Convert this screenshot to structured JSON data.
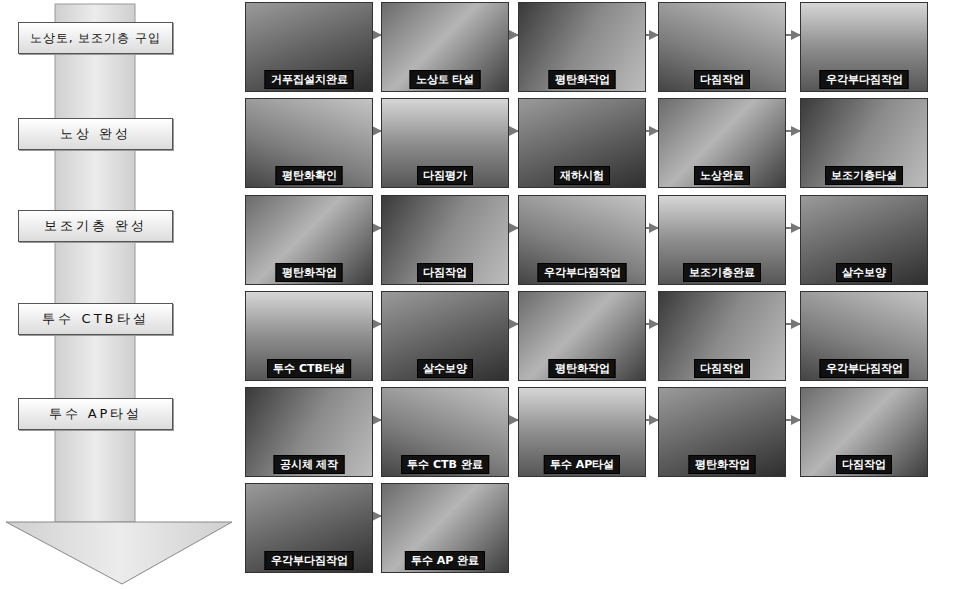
{
  "diagram": {
    "nodes": [
      {
        "text": [
          "노상토, 보조기층 구입"
        ]
      },
      {
        "text": [
          "노상 완성"
        ]
      },
      {
        "text": [
          "보조기층 완성"
        ]
      },
      {
        "text": [
          "투수 CTB타설"
        ]
      },
      {
        "text": [
          "투수 AP타설"
        ]
      },
      {
        "text": [
          "거푸집설치완료"
        ]
      },
      {
        "text": [
          "노상토 타설"
        ]
      },
      {
        "text": [
          "평탄화작업"
        ]
      },
      {
        "text": [
          "다짐작업"
        ]
      },
      {
        "text": [
          "우각부다짐작업"
        ]
      },
      {
        "text": [
          "평탄화확인"
        ]
      },
      {
        "text": [
          "다짐평가"
        ]
      },
      {
        "text": [
          "재하시험"
        ]
      },
      {
        "text": [
          "노상완료"
        ]
      },
      {
        "text": [
          "보조기층타설"
        ]
      },
      {
        "text": [
          "평탄화작업"
        ]
      },
      {
        "text": [
          "다짐작업"
        ]
      },
      {
        "text": [
          "우각부다짐작업"
        ]
      },
      {
        "text": [
          "보조기층완료"
        ]
      },
      {
        "text": [
          "살수보양"
        ]
      },
      {
        "text": [
          "투수 CTB타설"
        ]
      },
      {
        "text": [
          "살수보양"
        ]
      },
      {
        "text": [
          "평탄화작업"
        ]
      },
      {
        "text": [
          "다짐작업"
        ]
      },
      {
        "text": [
          "우각부다짐작업"
        ]
      },
      {
        "text": [
          "공시체 제작"
        ]
      },
      {
        "text": [
          "투수 CTB 완료"
        ]
      },
      {
        "text": [
          "투수 AP타설"
        ]
      },
      {
        "text": [
          "평탄화작업"
        ]
      },
      {
        "text": [
          "다짐작업"
        ]
      },
      {
        "text": [
          "우각부다짐작업"
        ]
      },
      {
        "text": [
          "투수 AP 완료"
        ]
      }
    ],
    "edges": [
      {
        "from": 5,
        "to": 6,
        "arrow": "to"
      },
      {
        "from": 6,
        "to": 7,
        "arrow": "to"
      },
      {
        "from": 7,
        "to": 8,
        "arrow": "to"
      },
      {
        "from": 8,
        "to": 9,
        "arrow": "to"
      },
      {
        "from": 10,
        "to": 11,
        "arrow": "to"
      },
      {
        "from": 11,
        "to": 12,
        "arrow": "to"
      },
      {
        "from": 12,
        "to": 13,
        "arrow": "to"
      },
      {
        "from": 13,
        "to": 14,
        "arrow": "to"
      },
      {
        "from": 15,
        "to": 16,
        "arrow": "to"
      },
      {
        "from": 16,
        "to": 17,
        "arrow": "to"
      },
      {
        "from": 17,
        "to": 18,
        "arrow": "to"
      },
      {
        "from": 18,
        "to": 19,
        "arrow": "to"
      },
      {
        "from": 20,
        "to": 21,
        "arrow": "to"
      },
      {
        "from": 21,
        "to": 22,
        "arrow": "to"
      },
      {
        "from": 22,
        "to": 23,
        "arrow": "to"
      },
      {
        "from": 23,
        "to": 24,
        "arrow": "to"
      },
      {
        "from": 25,
        "to": 26,
        "arrow": "to"
      },
      {
        "from": 26,
        "to": 27,
        "arrow": "to"
      },
      {
        "from": 27,
        "to": 28,
        "arrow": "to"
      },
      {
        "from": 28,
        "to": 29,
        "arrow": "to"
      },
      {
        "from": 30,
        "to": 31,
        "arrow": "to"
      }
    ]
  }
}
